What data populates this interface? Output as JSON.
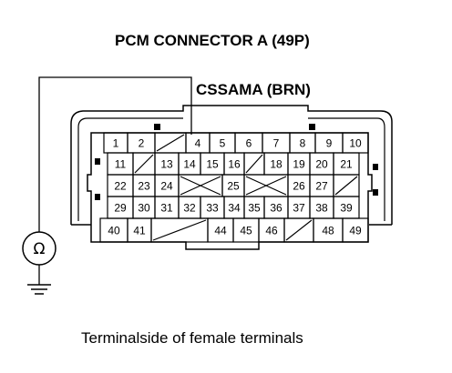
{
  "diagram": {
    "title": "PCM CONNECTOR A (49P)",
    "wire_label": "CSSAMA (BRN)",
    "caption": "Terminalside of female terminals",
    "meter_symbol": "Ω",
    "row1": [
      "1",
      "2",
      "",
      "4",
      "5",
      "6",
      "7",
      "8",
      "9",
      "10"
    ],
    "row2": [
      "11",
      "",
      "13",
      "14",
      "15",
      "16",
      "",
      "18",
      "19",
      "20",
      "21"
    ],
    "row3": [
      "22",
      "23",
      "24",
      "",
      "25",
      "",
      "26",
      "27"
    ],
    "row4": [
      "29",
      "30",
      "31",
      "32",
      "33",
      "34",
      "35",
      "36",
      "37",
      "38",
      "39"
    ],
    "row5": [
      "40",
      "41",
      "",
      "44",
      "45",
      "46",
      "",
      "48",
      "49"
    ]
  }
}
